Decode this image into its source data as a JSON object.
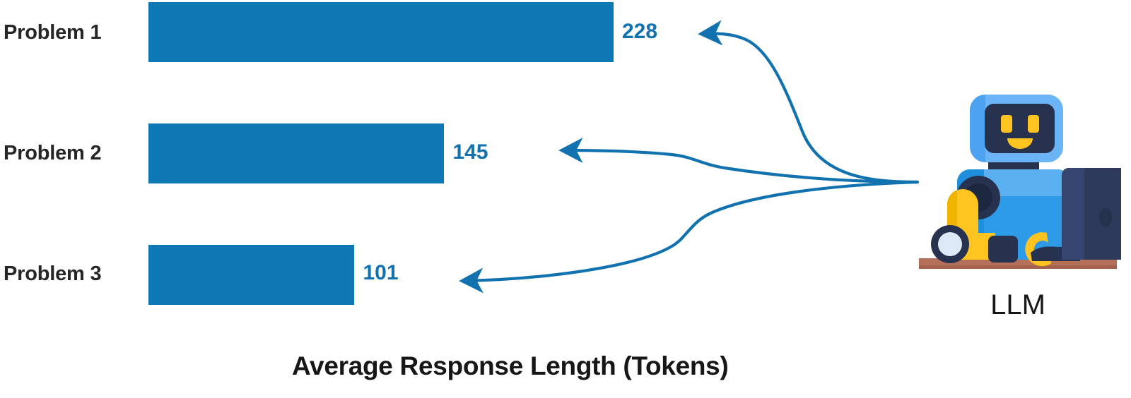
{
  "chart_data": {
    "type": "bar",
    "orientation": "horizontal",
    "title": "",
    "xlabel": "Average Response Length (Tokens)",
    "ylabel": "",
    "categories": [
      "Problem 1",
      "Problem 2",
      "Problem 3"
    ],
    "values": [
      228,
      145,
      101
    ],
    "value_labels": [
      "228",
      "145",
      "101"
    ],
    "series": [
      {
        "name": "Average Response Length (Tokens)",
        "values": [
          228,
          145,
          101
        ]
      }
    ],
    "xlim": [
      0,
      250
    ],
    "grid": false,
    "legend": false,
    "bar_color": "#0E78B5",
    "value_label_color": "#1272B0",
    "category_label_color": "#262626"
  },
  "chart": {
    "axis_title": "Average Response Length (Tokens)",
    "bars": [
      {
        "label": "Problem 1",
        "value": "228"
      },
      {
        "label": "Problem 2",
        "value": "145"
      },
      {
        "label": "Problem 3",
        "value": "101"
      }
    ]
  },
  "annotation": {
    "llm_label": "LLM",
    "arrow_color": "#1272B0",
    "arrow_count": 3,
    "arrow_targets": [
      "Problem 1",
      "Problem 2",
      "Problem 3"
    ],
    "source": "LLM"
  },
  "robot": {
    "name": "llm-robot-illustration",
    "colors": {
      "head_light": "#4DA3F2",
      "head_mid": "#3B8FE8",
      "face_screen": "#27324F",
      "eye": "#FFC41F",
      "mouth": "#FFC41F",
      "body_blue": "#2E9BE8",
      "body_light_blue": "#5BB0F0",
      "arm_yellow": "#FFC41F",
      "dark_navy": "#27324F",
      "laptop": "#2E3A5C",
      "wheel_inner": "#DDE9F7",
      "desk": "#B5705A"
    }
  }
}
